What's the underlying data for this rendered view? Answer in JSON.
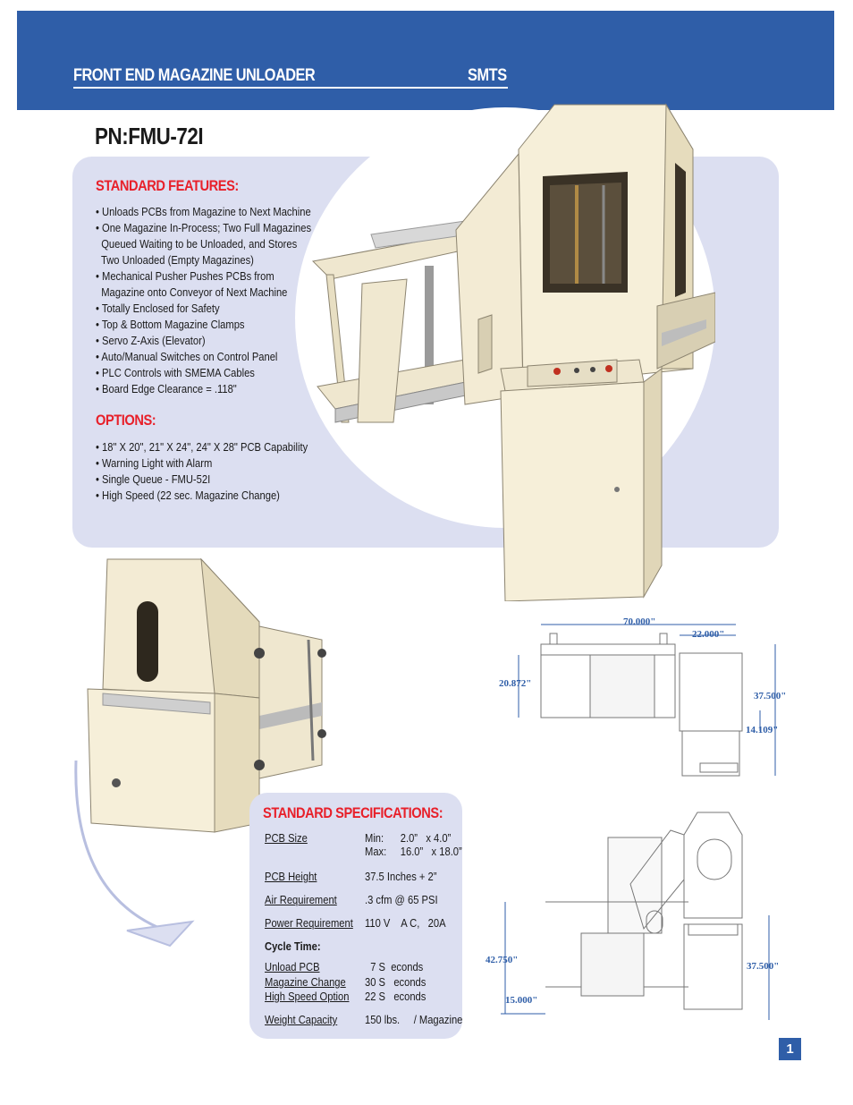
{
  "header": {
    "title": "FRONT END MAGAZINE UNLOADER",
    "brand": "SMTS"
  },
  "part_number": "PN:FMU-72I",
  "standard_features": {
    "heading": "STANDARD FEATURES:",
    "items": [
      "• Unloads PCBs from Magazine to Next Machine",
      "• One Magazine In-Process; Two Full Magazines",
      "  Queued Waiting to be Unloaded, and Stores",
      "  Two Unloaded (Empty Magazines)",
      "• Mechanical Pusher Pushes PCBs from",
      "  Magazine onto Conveyor of Next Machine",
      "• Totally Enclosed for Safety",
      "• Top & Bottom Magazine Clamps",
      "• Servo Z-Axis (Elevator)",
      "• Auto/Manual Switches on Control Panel",
      "• PLC Controls with SMEMA Cables",
      "• Board Edge Clearance = .118\""
    ]
  },
  "options": {
    "heading": "OPTIONS:",
    "items": [
      "• 18\" X 20\", 21\" X 24\", 24\" X 28\" PCB Capability",
      "• Warning Light with Alarm",
      "• Single Queue - FMU-52I",
      "• High Speed (22 sec. Magazine Change)"
    ]
  },
  "specifications": {
    "heading": "STANDARD SPECIFICATIONS:",
    "pcb_size_label": "PCB Size",
    "pcb_size_min": "Min:      2.0”   x 4.0”",
    "pcb_size_max": "Max:     16.0”   x 18.0”",
    "pcb_height_label": "PCB Height",
    "pcb_height_value": "37.5 Inches + 2”",
    "air_label": "Air Requirement",
    "air_value": ".3 cfm @ 65 PSI",
    "power_label": "Power Requirement",
    "power_value": "110 V    A C,   20A",
    "cycle_time_label": "Cycle Time:",
    "unload_label": "Unload PCB",
    "unload_value": "  7 S  econds",
    "magazine_change_label": "Magazine Change",
    "magazine_change_value": "30 S   econds",
    "high_speed_label": "High Speed Option",
    "high_speed_value": "22 S   econds",
    "weight_label": "Weight Capacity",
    "weight_value": "150 lbs.     / Magazine"
  },
  "drawings": {
    "top_view": {
      "width": "70.000\"",
      "side_width": "22.000\"",
      "depth": "20.872\"",
      "total_depth": "37.500\"",
      "side_depth": "14.109\""
    },
    "side_view": {
      "height": "42.750\"",
      "cabinet_height": "37.500\"",
      "base_height": "15.000\""
    }
  },
  "page_number": "1"
}
